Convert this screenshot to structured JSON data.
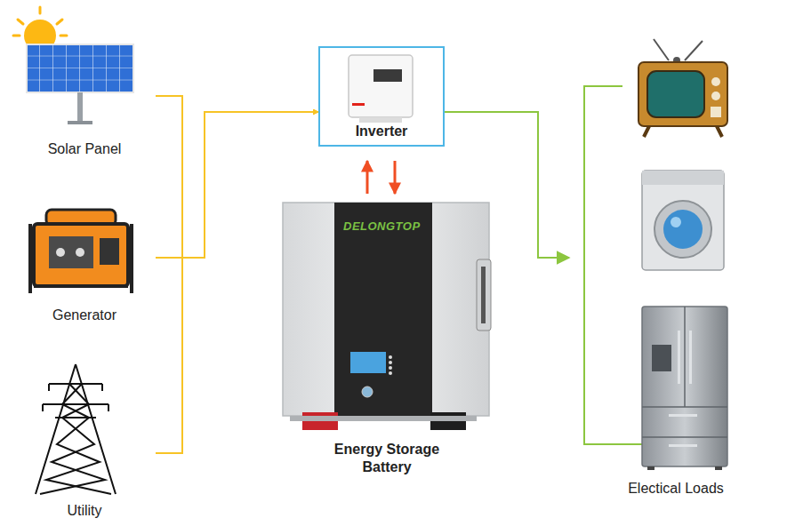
{
  "diagram": {
    "nodes": [
      {
        "text": [
          "Solar Panel"
        ]
      },
      {
        "text": [
          "Generator"
        ]
      },
      {
        "text": [
          "Utility"
        ]
      },
      {
        "text": [
          "Inverter"
        ]
      },
      {
        "text": [
          "Energy Storage Battery"
        ]
      },
      {
        "text": [
          "Electical Loads"
        ]
      }
    ],
    "edges": [
      {
        "from": 0,
        "to": 3,
        "arrow": "to"
      },
      {
        "from": 1,
        "to": 3,
        "arrow": "to"
      },
      {
        "from": 2,
        "to": 3,
        "arrow": "to"
      },
      {
        "from": 3,
        "to": 4,
        "arrow": "both"
      },
      {
        "from": 3,
        "to": 5,
        "arrow": "to"
      }
    ],
    "labels": [
      "DELONGTOP"
    ]
  }
}
